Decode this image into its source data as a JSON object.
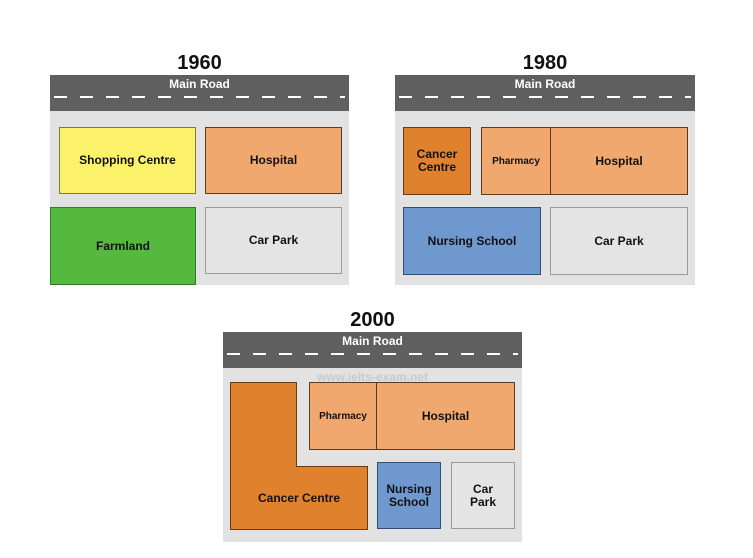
{
  "maps": {
    "m1960": {
      "year": "1960",
      "road": "Main Road",
      "shopping_centre": "Shopping Centre",
      "hospital": "Hospital",
      "farmland": "Farmland",
      "car_park": "Car Park"
    },
    "m1980": {
      "year": "1980",
      "road": "Main Road",
      "cancer_centre_line1": "Cancer",
      "cancer_centre_line2": "Centre",
      "pharmacy": "Pharmacy",
      "hospital": "Hospital",
      "nursing_school": "Nursing School",
      "car_park": "Car Park"
    },
    "m2000": {
      "year": "2000",
      "road": "Main Road",
      "watermark": "www.ielts-exam.net",
      "pharmacy": "Pharmacy",
      "hospital": "Hospital",
      "cancer_centre": "Cancer Centre",
      "nursing_line1": "Nursing",
      "nursing_line2": "School",
      "car_line1": "Car",
      "car_line2": "Park"
    }
  },
  "colors": {
    "road": "#5f5f5f",
    "ground": "#e2e2e2",
    "shopping_centre": "#fbf26a",
    "hospital": "#f1a86e",
    "farmland": "#55b93e",
    "car_park": "#e4e4e4",
    "cancer_centre": "#e0812e",
    "nursing_school": "#6f98cf"
  }
}
